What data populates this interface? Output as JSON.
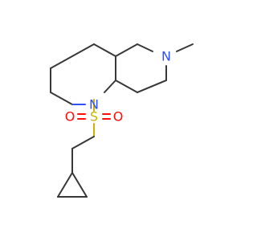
{
  "colors": {
    "bond": "#383838",
    "nitrogen": "#3050F8",
    "oxygen": "#FF0D0D",
    "sulfur": "#C8B400",
    "background": "#FFFFFF"
  },
  "atoms": {
    "n_ring": "N",
    "n_methyl": "N",
    "sulfur": "S",
    "oxygen_left": "O",
    "oxygen_right": "O"
  }
}
